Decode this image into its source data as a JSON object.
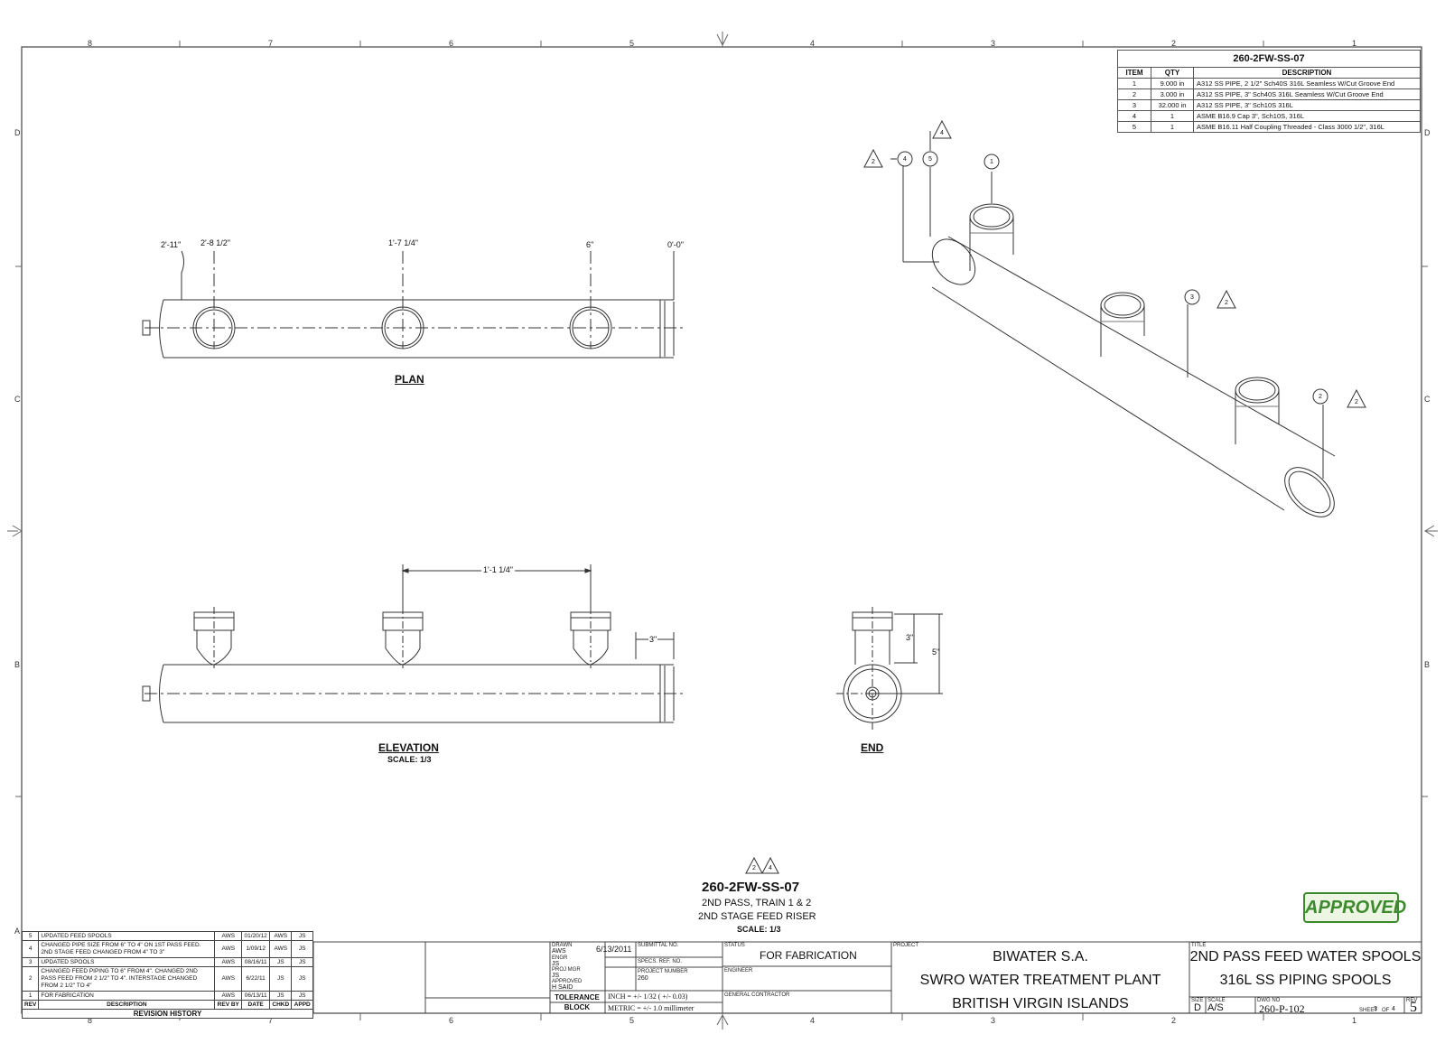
{
  "zones": {
    "columns": [
      "8",
      "7",
      "6",
      "5",
      "4",
      "3",
      "2",
      "1"
    ],
    "rows": [
      "D",
      "C",
      "B",
      "A"
    ]
  },
  "bom": {
    "title": "260-2FW-SS-07",
    "headers": [
      "ITEM",
      "QTY",
      "DESCRIPTION"
    ],
    "rows": [
      [
        "1",
        "9.000 in",
        "A312 SS PIPE, 2 1/2\" Sch40S 316L Seamless W/Cut Groove End"
      ],
      [
        "2",
        "3.000 in",
        "A312 SS PIPE, 3\" Sch40S 316L Seamless W/Cut Groove End"
      ],
      [
        "3",
        "32.000 in",
        "A312 SS PIPE, 3\" Sch10S 316L"
      ],
      [
        "4",
        "1",
        "ASME B16.9 Cap 3\", Sch10S, 316L"
      ],
      [
        "5",
        "1",
        "ASME B16.11 Half Coupling Threaded - Class 3000 1/2\", 316L"
      ]
    ]
  },
  "plan": {
    "label": "PLAN",
    "dims": [
      "2'-11\"",
      "2'-8 1/2\"",
      "1'-7 1/4\"",
      "6\"",
      "0'-0\""
    ]
  },
  "elevation": {
    "label": "ELEVATION",
    "scale": "SCALE: 1/3",
    "dims": [
      "1'-1 1/4\"",
      "3\""
    ]
  },
  "end_view": {
    "label": "END",
    "dims": [
      "3\"",
      "5\""
    ]
  },
  "iso": {
    "balloons": [
      "1",
      "2",
      "3",
      "4",
      "5"
    ],
    "revision_triangles": [
      "2",
      "4"
    ]
  },
  "spool": {
    "tag": "260-2FW-SS-07",
    "line1": "2ND PASS, TRAIN 1 & 2",
    "line2": "2ND STAGE FEED RISER",
    "scale": "SCALE: 1/3",
    "triangles": [
      "2",
      "4"
    ]
  },
  "stamp": "APPROVED",
  "revision_history": {
    "rows": [
      [
        "5",
        "UPDATED FEED SPOOLS",
        "AWS",
        "01/20/12",
        "AWS",
        "JS"
      ],
      [
        "4",
        "CHANGED PIPE SIZE FROM 6\" TO 4\" ON 1ST PASS FEED. 2ND STAGE FEED CHANGED FROM 4\" TO 3\"",
        "AWS",
        "1/09/12",
        "AWS",
        "JS"
      ],
      [
        "3",
        "UPDATED SPOOLS",
        "AWS",
        "08/16/11",
        "JS",
        "JS"
      ],
      [
        "2",
        "CHANGED FEED PIPING TO 6\" FROM 4\". CHANGED 2ND PASS FEED FROM 2 1/2\" TO 4\". INTERSTAGE CHANGED FROM 2 1/2\" TO 4\"",
        "AWS",
        "6/22/11",
        "JS",
        "JS"
      ],
      [
        "1",
        "FOR FABRICATION",
        "AWS",
        "06/13/11",
        "JS",
        "JS"
      ]
    ],
    "headers": [
      "REV",
      "DESCRIPTION",
      "REV BY",
      "DATE",
      "CHKD",
      "APPD"
    ],
    "title": "REVISION HISTORY"
  },
  "title_block": {
    "drawn_label": "DRAWN",
    "drawn": "AWS",
    "drawn_date": "6/13/2011",
    "engr_label": "ENGR",
    "engr": "JS",
    "proj_mgr_label": "PROJ MGR",
    "proj_mgr": "JS",
    "approved_label": "APPROVED",
    "approved": "H SAID",
    "submittal_label": "SUBMITTAL NO.",
    "specs_label": "SPECS. REF. NO.",
    "project_number_label": "PROJECT NUMBER",
    "project_number": "260",
    "tolerance_label": "TOLERANCE BLOCK",
    "tolerance_inch": "INCH = +/- 1/32 ( +/- 0.03)",
    "tolerance_metric": "METRIC = +/- 1.0 millimeter",
    "status_label": "STATUS",
    "status": "FOR FABRICATION",
    "engineer_label": "ENGINEER",
    "gc_label": "GENERAL CONTRACTOR",
    "project_label": "PROJECT",
    "project_lines": [
      "BIWATER S.A.",
      "SWRO WATER TREATMENT PLANT",
      "BRITISH VIRGIN ISLANDS"
    ],
    "title_label": "TITLE",
    "title_lines": [
      "2ND PASS FEED WATER SPOOLS",
      "316L SS PIPING SPOOLS"
    ],
    "size_label": "SIZE",
    "size": "D",
    "scale_label": "SCALE",
    "scale": "A/S",
    "dwg_label": "DWG NO",
    "dwg_no": "260-P-102",
    "sheet_label": "SHEET",
    "sheet": "3",
    "of_label": "OF",
    "of": "4",
    "rev_label": "REV",
    "rev": "5"
  }
}
